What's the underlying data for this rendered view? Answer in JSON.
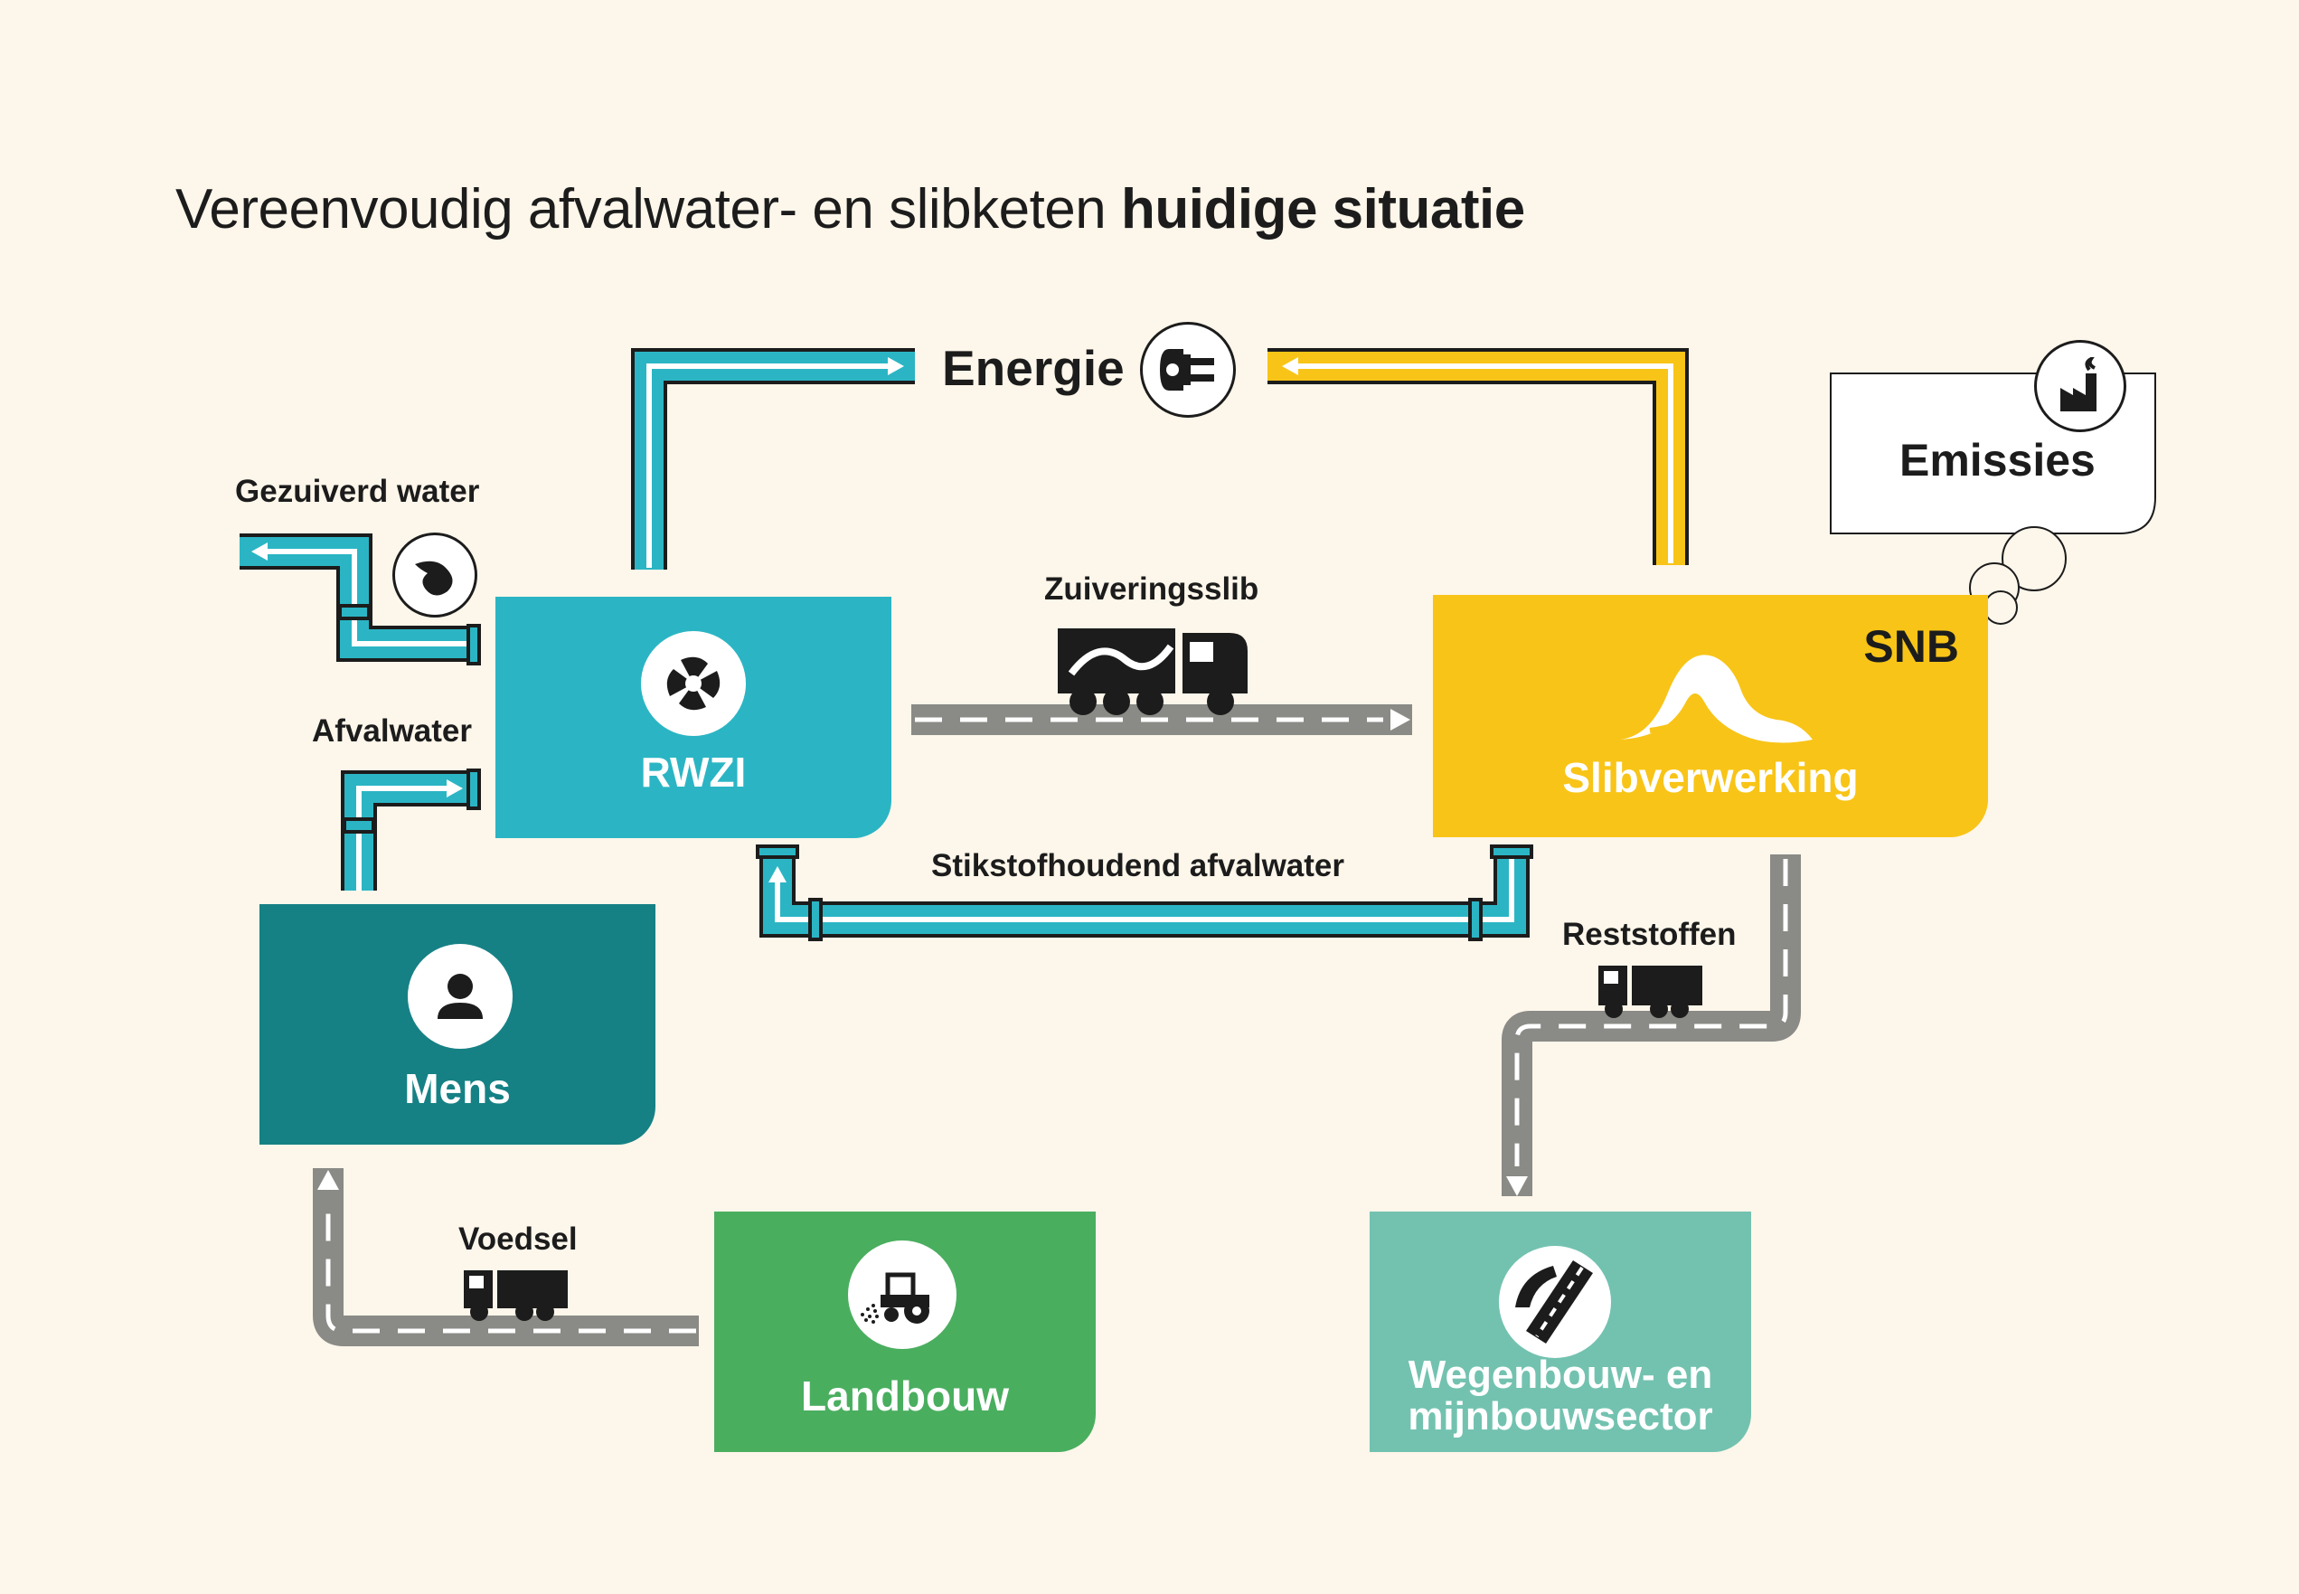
{
  "title": {
    "normal": "Vereenvoudig afvalwater- en slibketen ",
    "bold": "huidige situatie"
  },
  "nodes": {
    "rwzi": {
      "label": "RWZI",
      "color": "#2bb5c4"
    },
    "slib": {
      "label": "Slibverwerking",
      "badge": "SNB",
      "color": "#f8c417"
    },
    "mens": {
      "label": "Mens",
      "color": "#168185"
    },
    "landbouw": {
      "label": "Landbouw",
      "color": "#4aae5f"
    },
    "wegenbouw": {
      "label_line1": "Wegenbouw- en",
      "label_line2": "mijnbouwsector",
      "color": "#73c2b0"
    },
    "emissies": {
      "label": "Emissies"
    }
  },
  "flows": {
    "energie": "Energie",
    "gezuiverd_water": "Gezuiverd water",
    "afvalwater": "Afvalwater",
    "zuiveringsslib": "Zuiveringsslib",
    "stikstof": "Stikstofhoudend afvalwater",
    "reststoffen": "Reststoffen",
    "voedsel": "Voedsel"
  },
  "icons": {
    "rwzi": "propeller-icon",
    "slib": "sludge-wave-icon",
    "mens": "person-icon",
    "landbouw": "tractor-icon",
    "wegenbouw": "road-icon",
    "energie": "plug-icon",
    "water": "water-drop-icon",
    "emissies": "factory-icon",
    "truck": "truck-icon"
  },
  "palette": {
    "pipe_blue": "#2bb5c4",
    "pipe_yellow": "#f8c417",
    "road": "#8a8a86",
    "ink": "#1c1c1c"
  }
}
